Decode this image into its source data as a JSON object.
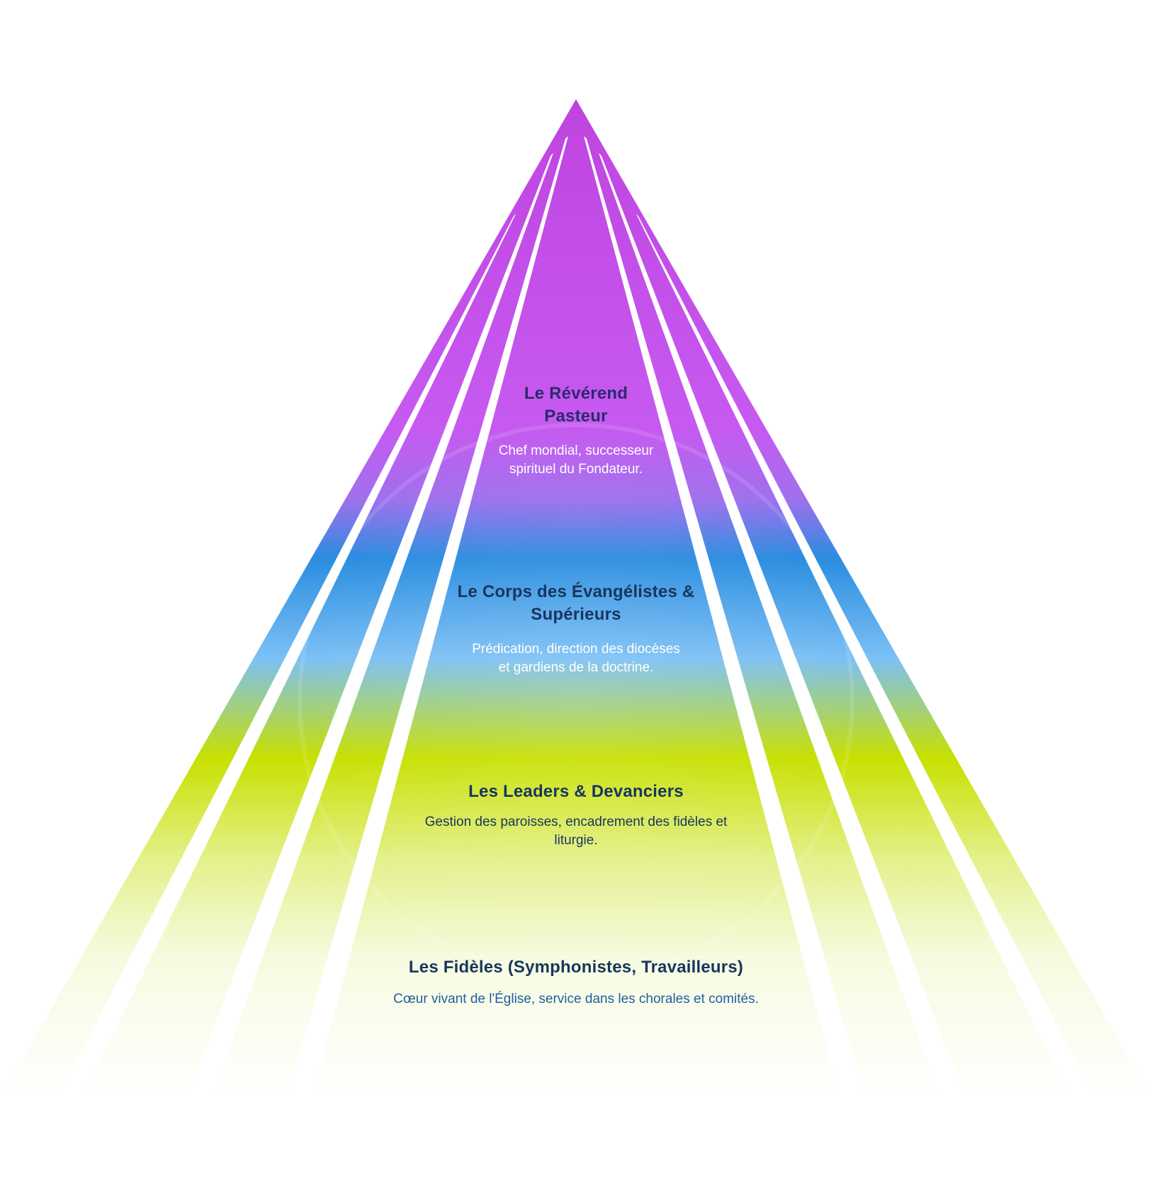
{
  "diagram": {
    "type": "pyramid",
    "colors": {
      "top": "#c044e0",
      "upper_mid": "#c75bf0",
      "blue": "#2a8de0",
      "light_blue": "#7cc0f5",
      "lime": "#c8e000",
      "fade": "#f6fbe0"
    },
    "tiers": [
      {
        "title": "Le Révérend Pasteur",
        "description": "Chef mondial, successeur spirituel du Fondateur."
      },
      {
        "title": "Le Corps des Évangélistes & Supérieurs",
        "description": "Prédication, direction des diocèses et gardiens de la doctrine."
      },
      {
        "title": "Les Leaders & Devanciers",
        "description": "Gestion des paroisses, encadrement des fidèles et liturgie."
      },
      {
        "title": "Les Fidèles (Symphonistes, Travailleurs)",
        "description": "Cœur vivant de l'Église, service dans les chorales et comités."
      }
    ]
  }
}
